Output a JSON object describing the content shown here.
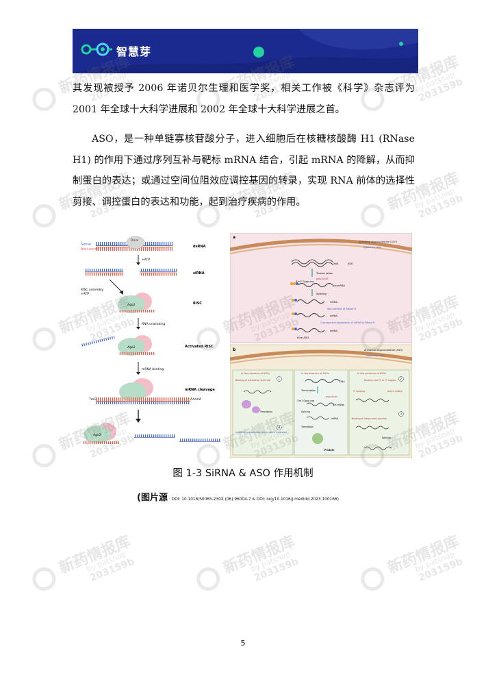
{
  "header": {
    "logo_text": "智慧芽",
    "colors": {
      "banner": "#1b2a8f",
      "accent": "#22d3a0"
    }
  },
  "paragraphs": [
    "其发现被授予 2006 年诺贝尔生理和医学奖，相关工作被《科学》杂志评为 2001 年全球十大科学进展和 2002 年全球十大科学进展之首。",
    "ASO，是一种单链寡核苷酸分子，进入细胞后在核糖核酸酶 H1 (RNase H1) 的作用下通过序列互补与靶标 mRNA 结合，引起 mRNA 的降解，从而抑制蛋白的表达；或通过空间位阻效应调控基因的转录，实现 RNA 前体的选择性剪接、调控蛋白的表达和功能，起到治疗疾病的作用。"
  ],
  "figure": {
    "left": {
      "sense": "Sense",
      "antisense": "Anti sense",
      "dicer": "Dicer",
      "atp1": "+ATP",
      "risc_assembly": "RISC assembly",
      "atp2": "+ATP",
      "rna_unwinding": "RNA unwinding",
      "mrna_binding": "mRNA binding",
      "ago2": "Ago2",
      "cap": "7mG",
      "polya": "AAAAA",
      "stages": [
        "dsRNA",
        "siRNA",
        "RISC",
        "Activated RISC",
        "mRNA cleavage"
      ]
    },
    "right": {
      "panel_a": "a",
      "panel_b": "b",
      "legend_aso": "Antisense oligonucleotide (ASO)",
      "legend_uptake": "Uptake by cells",
      "dna": "DNA",
      "aso": "ASO",
      "transcription": "Transcription",
      "cap": "5'm7 Gppp cap",
      "polya_tail": "poly-A tail",
      "pre_mrna": "pre-mRNA",
      "splicing": "Splicing",
      "mrna": "mRNA",
      "recruitment": "Recruitment of RNase H",
      "cleavage": "Cleavage and degradation of mRNA by RNase H",
      "free_aso": "Free ASO",
      "presence": "In the presence of ASOs",
      "absence": "In the absence of ASOs",
      "translation": "Translation",
      "protein": "Protein",
      "inhibition": "Inhibition of translation due to steric hindrance",
      "binding_start": "Binding at translation start site",
      "binding_utr": "Binding near 5' or 3' regions",
      "binding_junction": "Binding at intron-exon junction",
      "five_cap": "5' capping",
      "polya_tailing": "poly-A tailing",
      "nums": [
        "1",
        "2",
        "3",
        "4"
      ]
    }
  },
  "caption": "图 1-3 SiRNA & ASO 作用机制",
  "source": {
    "label": "(图片源",
    "doi": ": DOI: 10.1016/S0065-230X (06) 96004-7 & DOI: org/10.1016/j.medidd.2023.100166)"
  },
  "page_number": "5",
  "watermark": {
    "main": "新药情报库",
    "sub": "by patsnap",
    "num": "203159b"
  }
}
